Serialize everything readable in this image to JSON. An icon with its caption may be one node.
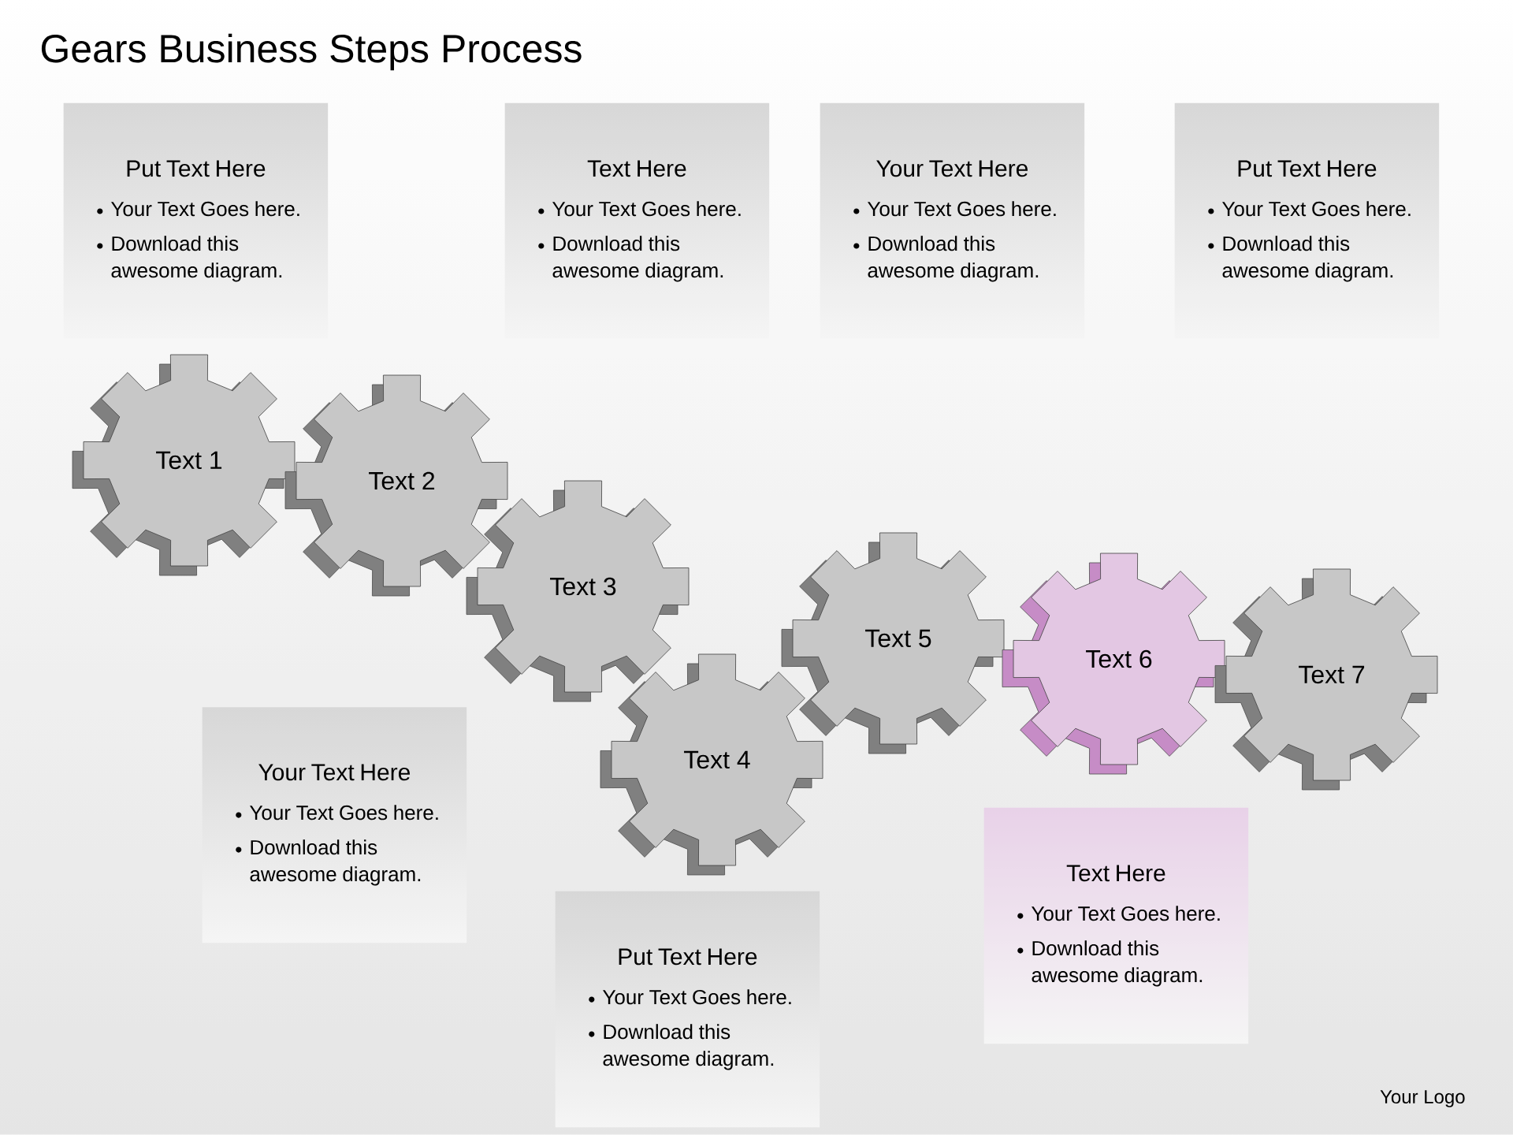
{
  "diagram": {
    "title": "Gears Business Steps Process",
    "nodes": [
      {
        "text": [
          "Put Text Here",
          "Your Text Goes here.",
          "Download this awesome diagram."
        ]
      },
      {
        "text": [
          "Text Here",
          "Your Text Goes here.",
          "Download this awesome diagram."
        ]
      },
      {
        "text": [
          "Your Text Here",
          "Your Text Goes here.",
          "Download this awesome diagram."
        ]
      },
      {
        "text": [
          "Put Text Here",
          "Your Text Goes here.",
          "Download this awesome diagram."
        ]
      },
      {
        "text": [
          "Text 1"
        ]
      },
      {
        "text": [
          "Text 2"
        ]
      },
      {
        "text": [
          "Text 3"
        ]
      },
      {
        "text": [
          "Text 4"
        ]
      },
      {
        "text": [
          "Text 5"
        ]
      },
      {
        "text": [
          "Text 6"
        ]
      },
      {
        "text": [
          "Text 7"
        ]
      },
      {
        "text": [
          "Your Text Here",
          "Your Text Goes here.",
          "Download this awesome diagram."
        ]
      },
      {
        "text": [
          "Put Text Here",
          "Your Text Goes here.",
          "Download this awesome diagram."
        ]
      },
      {
        "text": [
          "Text Here",
          "Your Text Goes here.",
          "Download this awesome diagram."
        ]
      }
    ],
    "labels": [
      "Your Logo"
    ]
  }
}
